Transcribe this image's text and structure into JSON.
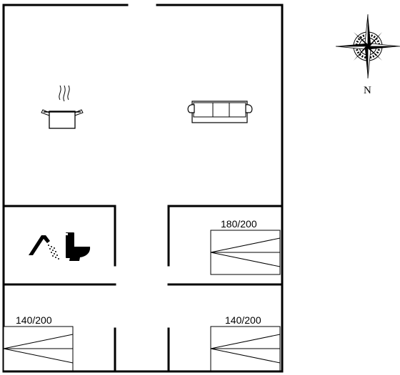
{
  "compass": {
    "north_label": "N",
    "icon": "compass-rose-icon"
  },
  "rooms": {
    "kitchen_living": {
      "kitchen_icon": "cooking-pot-icon",
      "living_icon": "sofa-icon"
    },
    "bathroom": {
      "icons": [
        "shower-icon",
        "toilet-icon"
      ]
    }
  },
  "beds": [
    {
      "id": "bed-top-right",
      "label": "180/200"
    },
    {
      "id": "bed-bottom-left",
      "label": "140/200"
    },
    {
      "id": "bed-bottom-right",
      "label": "140/200"
    }
  ]
}
